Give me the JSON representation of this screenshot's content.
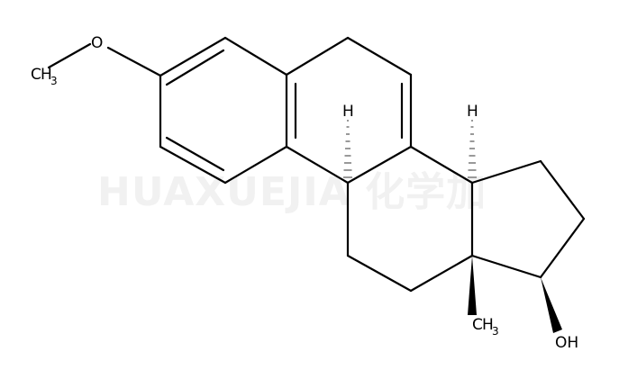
{
  "watermark": "HUAXUEJIA 化学加",
  "labels": {
    "o": "O",
    "ch3_left_c": "C",
    "ch3_left_h": "H",
    "ch3_left_sub": "3",
    "h_b": "H",
    "h_c": "H",
    "methyl_c": "C",
    "methyl_h": "H",
    "methyl_sub": "3",
    "oh": "OH"
  },
  "colors": {
    "bond": "#000000",
    "text": "#000000",
    "watermark": "#f1f1f1",
    "hashed_wedge": "#999999"
  }
}
